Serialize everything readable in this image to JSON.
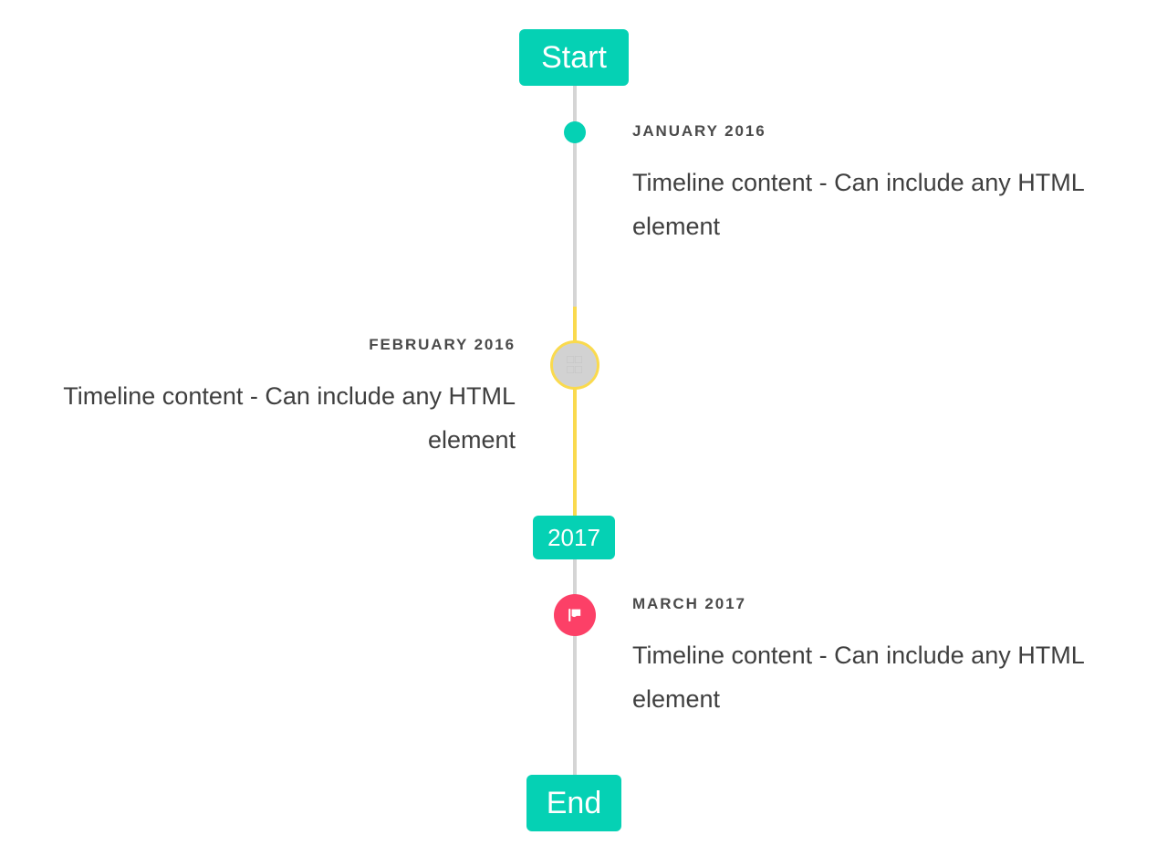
{
  "timeline": {
    "start_badge": {
      "label": "Start"
    },
    "year_badge": {
      "label": "2017"
    },
    "end_badge": {
      "label": "End"
    },
    "entries": [
      {
        "date": "January 2016",
        "content": "Timeline content - Can include any HTML element",
        "side": "right",
        "marker": "dot-icon"
      },
      {
        "date": "February 2016",
        "content": "Timeline content - Can include any HTML element",
        "side": "left",
        "marker": "missing-glyph-icon"
      },
      {
        "date": "March 2017",
        "content": "Timeline content - Can include any HTML element",
        "side": "right",
        "marker": "flag-icon"
      }
    ]
  },
  "colors": {
    "accent_teal": "#05d1b4",
    "accent_yellow": "#fada4e",
    "accent_pink": "#fc4067",
    "line_grey": "#d5d5d5",
    "marker_grey": "#d2d2d2",
    "text_dark": "#3f3f3f",
    "text_date": "#4a4a4a",
    "background": "#ffffff"
  },
  "glyph": {
    "tofu": "⸬"
  }
}
